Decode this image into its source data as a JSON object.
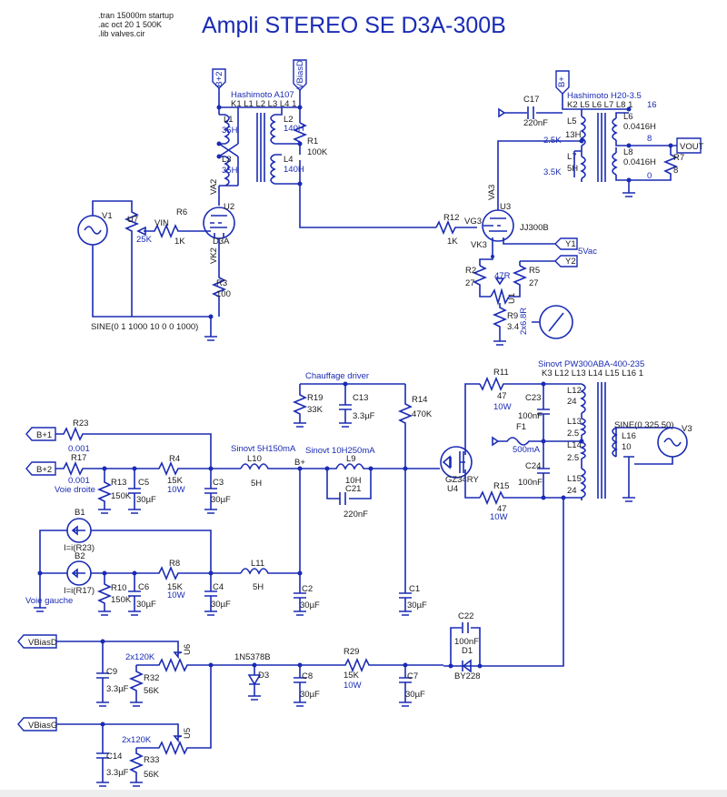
{
  "title": "Ampli STEREO SE D3A-300B",
  "directives": [
    ".tran 15000m startup",
    ".ac oct 20 1 500K",
    ".lib valves.cir"
  ],
  "ports": {
    "b2_top": "B+2",
    "vbiasd_top": "VBiasD",
    "bp_top": "B+",
    "vout": "VOUT",
    "y1": "Y1",
    "y2": "Y2",
    "b1_left": "B+1",
    "b2_left": "B+2",
    "vbiasd_left": "VBiasD",
    "vbiasg_left": "VBiasG"
  },
  "labels": {
    "hashimoto_a107": "Hashimoto A107",
    "hashimoto_a107_pins": "K1 L1 L2 L3 L4 1",
    "hashimoto_h20": "Hashimoto H20-3.5",
    "hashimoto_h20_pins": "K2 L5 L6 L7 L8 1",
    "sinovt_pw": "Sinovt PW300ABA-400-235",
    "sinovt_pw_pins": "K3 L12 L13 L14 L15 L16 1",
    "sinovt_5h": "Sinovt 5H150mA",
    "sinovt_10h": "Sinovt 10H250mA",
    "chauffage": "Chauffage driver",
    "voie_droite": "Voie droite",
    "voie_gauche": "Voie gauche",
    "sine_v1": "SINE(0 1 1000 10 0 0 1000)",
    "sine_v3": "SINE(0 325 50)",
    "five_vac": "5Vac",
    "vin": "VIN",
    "vg3": "VG3",
    "vk3": "VK3",
    "va2": "VA2",
    "vk2": "VK2",
    "va3": "VA3",
    "bplus": "B+"
  },
  "parts": {
    "L1": [
      "L1",
      "35H"
    ],
    "L2": [
      "L2",
      "140H"
    ],
    "L3": [
      "L3",
      "35H"
    ],
    "L4": [
      "L4",
      "140H"
    ],
    "R1": [
      "R1",
      "100K"
    ],
    "U2": [
      "U2",
      "D3A"
    ],
    "R3": [
      "R3",
      "100"
    ],
    "V1": [
      "V1"
    ],
    "U7": [
      "U7",
      "25K"
    ],
    "R6": [
      "R6",
      "1K"
    ],
    "R12": [
      "R12",
      "1K"
    ],
    "U3": [
      "U3",
      "JJ300B"
    ],
    "R2": [
      "R2",
      "27"
    ],
    "R5": [
      "R5",
      "27"
    ],
    "U1": [
      "U1",
      "47R"
    ],
    "R9": [
      "R9",
      "3.4"
    ],
    "R9b": [
      "2x6.8R"
    ],
    "C17": [
      "C17",
      "220nF"
    ],
    "L5": [
      "L5",
      "13H"
    ],
    "L6": [
      "L6",
      "0.0416H"
    ],
    "L7": [
      "L7",
      "5H"
    ],
    "L8": [
      "L8",
      "0.0416H"
    ],
    "R7": [
      "R7",
      "8"
    ],
    "H20_16": [
      "16"
    ],
    "H20_8": [
      "8"
    ],
    "H20_0": [
      "0"
    ],
    "H20_25k": [
      "2.5K"
    ],
    "H20_35k": [
      "3.5K"
    ],
    "R23": [
      "R23",
      "0.001"
    ],
    "R17": [
      "R17",
      "0.001"
    ],
    "R13": [
      "R13",
      "150K"
    ],
    "C5": [
      "C5",
      "30µF"
    ],
    "R4": [
      "R4",
      "15K",
      "10W"
    ],
    "C3": [
      "C3",
      "30µF"
    ],
    "L10": [
      "L10",
      "5H"
    ],
    "L9": [
      "L9",
      "10H"
    ],
    "C21": [
      "C21",
      "220nF"
    ],
    "R19": [
      "R19",
      "33K"
    ],
    "C13": [
      "C13",
      "3.3µF"
    ],
    "R14": [
      "R14",
      "470K"
    ],
    "B1": [
      "B1",
      "I=i(R23)"
    ],
    "B2": [
      "B2",
      "I=i(R17)"
    ],
    "R10": [
      "R10",
      "150K"
    ],
    "C6": [
      "C6",
      "30µF"
    ],
    "R8": [
      "R8",
      "15K",
      "10W"
    ],
    "C4": [
      "C4",
      "30µF"
    ],
    "L11": [
      "L11",
      "5H"
    ],
    "C2": [
      "C2",
      "30µF"
    ],
    "C1": [
      "C1",
      "30µF"
    ],
    "R11": [
      "R11",
      "47",
      "10W"
    ],
    "R15": [
      "R15",
      "47",
      "10W"
    ],
    "U4": [
      "GZ34RY",
      "U4"
    ],
    "F1": [
      "F1",
      "500mA"
    ],
    "C23": [
      "C23",
      "100nF"
    ],
    "C24": [
      "C24",
      "100nF"
    ],
    "L12": [
      "L12",
      "24"
    ],
    "L13": [
      "L13",
      "2.5"
    ],
    "L14": [
      "L14",
      "2.5"
    ],
    "L15": [
      "L15",
      "24"
    ],
    "L16": [
      "L16",
      "10"
    ],
    "V3": [
      "V3"
    ],
    "C22": [
      "C22",
      "100nF"
    ],
    "D1": [
      "D1",
      "BY228"
    ],
    "C9": [
      "C9",
      "3.3µF"
    ],
    "R32": [
      "R32",
      "56K"
    ],
    "U6": [
      "2x120K",
      "U6"
    ],
    "D3": [
      "1N5378B",
      "D3"
    ],
    "C8": [
      "C8",
      "30µF"
    ],
    "R29": [
      "R29",
      "15K",
      "10W"
    ],
    "C7": [
      "C7",
      "30µF"
    ],
    "C14": [
      "C14",
      "3.3µF"
    ],
    "R33": [
      "R33",
      "56K"
    ],
    "U5": [
      "2x120K",
      "U5"
    ]
  }
}
